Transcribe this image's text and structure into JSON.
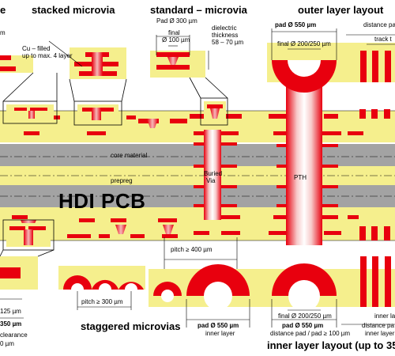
{
  "headings": {
    "stacked": "stacked microvia",
    "standard": "standard – microvia",
    "outer": "outer layer layout",
    "staggered": "staggered microvias",
    "inner": "inner layer layout (up to 35",
    "left_edge": "e"
  },
  "main_title": "HDI PCB",
  "labels": {
    "cu_filled_1": "Cu – filled",
    "cu_filled_2": "up to max. 4 layer",
    "pad_300": "Pad Ø 300 µm",
    "final_1": "final",
    "final_2": "Ø 100 µm",
    "dielectric_1": "dielectric",
    "dielectric_2": "thickness",
    "dielectric_3": "58 – 70 µm",
    "pad_550_top": "pad Ø 550 µm",
    "final_200_250_top": "final Ø 200/250 µm",
    "distance_top": "distance pa",
    "track_top": "track t",
    "core_material": "core material",
    "prepreg": "prepreg",
    "buried_1": "Buried",
    "buried_2": "Via",
    "pth": "PTH",
    "pitch_400": "pitch ≥ 400 µm",
    "pitch_300": "pitch ≥ 300 µm",
    "final_200_250_bottom": "final Ø 200/250 µm",
    "pad_550_bottom_1": "pad Ø 550 µm",
    "inner_layer": "inner layer",
    "pad_550_bottom_2": "pad Ø 550 µm",
    "distance_bottom": "distance pad / pad ≥ 100 µm",
    "inner_layer_right": "inner layer",
    "inner_la": "inner la",
    "distance_pa_bottom": "distance pa",
    "left_125": "125 µm",
    "left_350": "350 µm",
    "left_clearance": "clearance",
    "left_0um": "0 µm",
    "left_m": "m"
  },
  "colors": {
    "yellow": "#f5ef8d",
    "red": "#e8000e",
    "grey": "#a3a3a3",
    "pink": "#f4c6c6",
    "line": "#000000"
  }
}
